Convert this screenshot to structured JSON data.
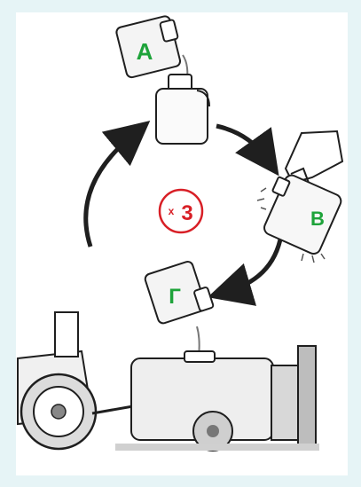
{
  "labels": {
    "a": "A",
    "b": "B",
    "g": "Г"
  },
  "repeat": {
    "multiply_sign": "x",
    "count": "3"
  },
  "colors": {
    "page_bg": "#e6f4f6",
    "label_green": "#1ea33a",
    "repeat_red": "#d81f26",
    "ink": "#1f1f1f"
  },
  "icons": [
    "canister-a",
    "canister-main",
    "hand-shaking-icon",
    "canister-g",
    "tractor",
    "sprayer-tank",
    "cycle-arrow-icon"
  ]
}
